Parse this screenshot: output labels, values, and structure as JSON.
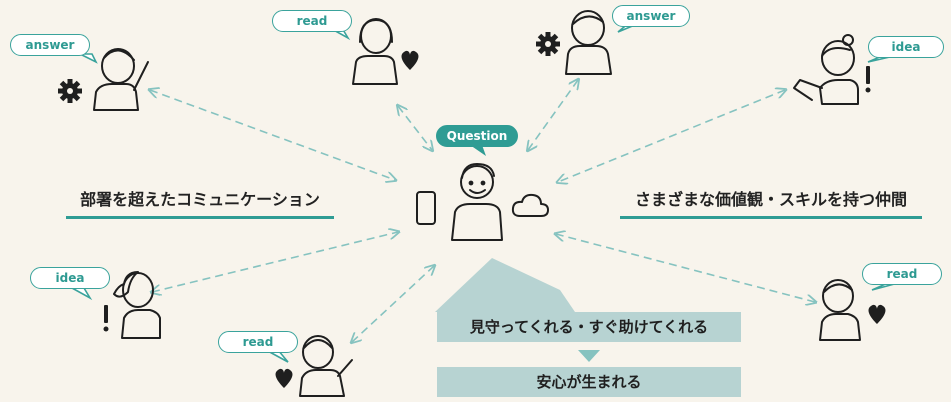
{
  "bubbles": {
    "top_left_answer": "answer",
    "top_read": "read",
    "top_right_answer": "answer",
    "right_idea": "idea",
    "center_question": "Question",
    "left_idea": "idea",
    "bottom_read": "read",
    "right_read": "read"
  },
  "headings": {
    "left": "部署を超えたコミュニケーション",
    "right": "さまざまな価値観・スキルを持つ仲間"
  },
  "bars": {
    "first": "見守ってくれる・すぐ助けてくれる",
    "second": "安心が生まれる"
  },
  "colors": {
    "accent": "#2f9c94",
    "arrow": "#86c3c0",
    "bar": "#b7d3d2",
    "background": "#f8f4ec"
  }
}
